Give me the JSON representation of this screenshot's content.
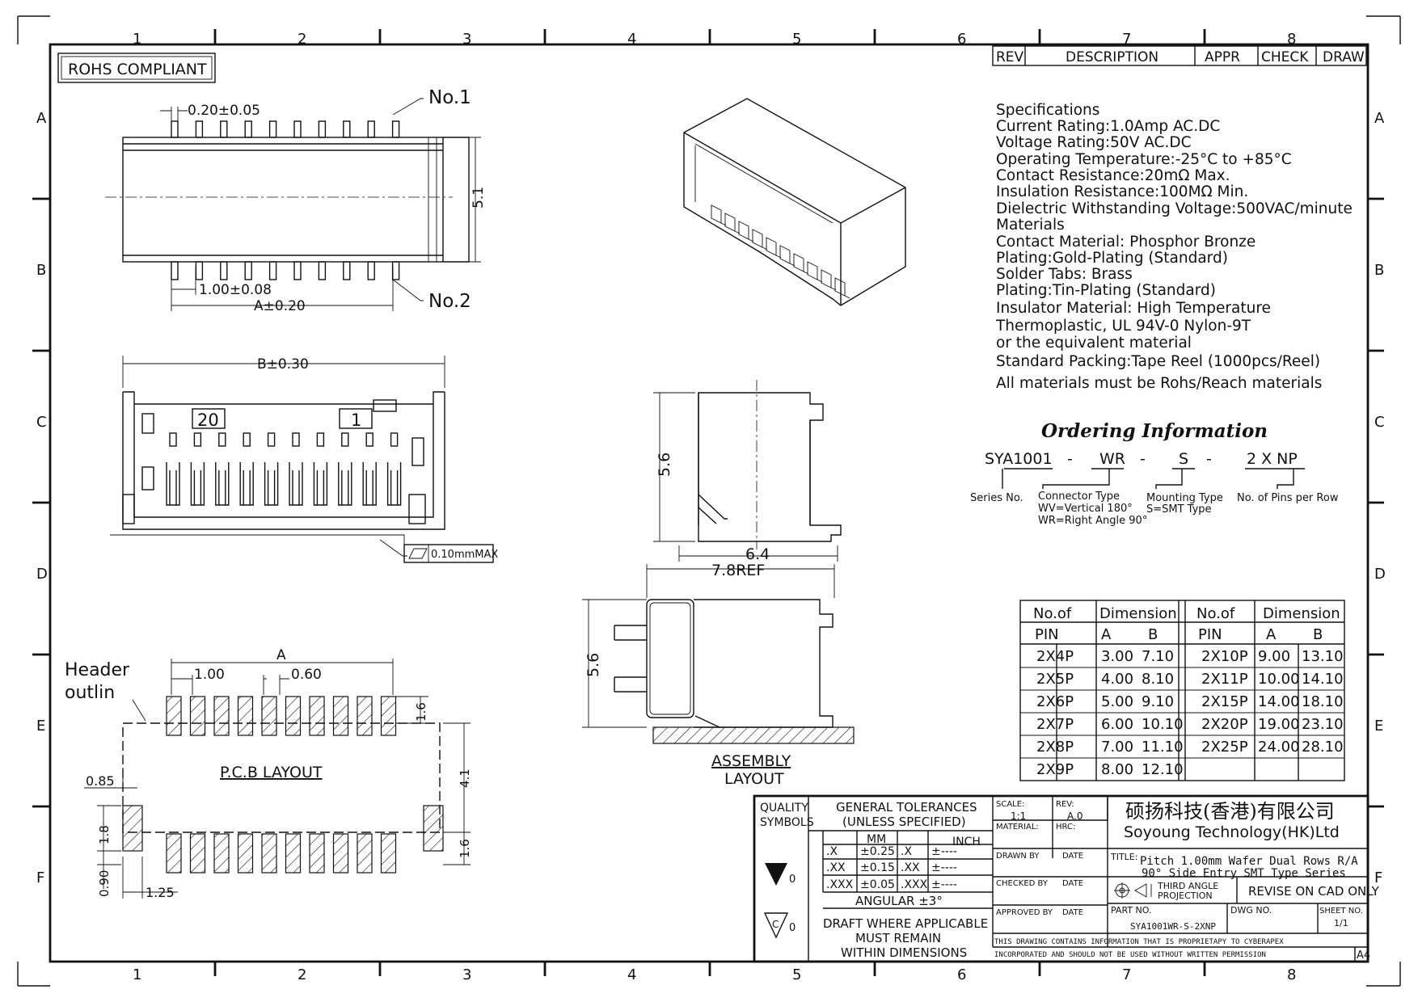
{
  "frame": {
    "columns": [
      "1",
      "2",
      "3",
      "4",
      "5",
      "6",
      "7",
      "8"
    ],
    "rows": [
      "A",
      "B",
      "C",
      "D",
      "E",
      "F"
    ]
  },
  "rohs": "ROHS COMPLIANT",
  "revision_table": {
    "rev": "REV",
    "description": "DESCRIPTION",
    "appr": "APPR",
    "check": "CHECK",
    "draw": "DRAW"
  },
  "specifications": [
    "Specifications",
    "Current Rating:1.0Amp AC.DC",
    "Voltage Rating:50V AC.DC",
    "Operating Temperature:-25°C to +85°C",
    "Contact Resistance:20mΩ Max.",
    "Insulation Resistance:100MΩ Min.",
    "Dielectric Withstanding Voltage:500VAC/minute",
    "Materials",
    "Contact Material: Phosphor Bronze",
    "Plating:Gold-Plating (Standard)",
    "Solder Tabs: Brass",
    "Plating:Tin-Plating (Standard)",
    "Insulator Material: High Temperature",
    "Thermoplastic, UL 94V-0 Nylon-9T",
    "or the equivalent material",
    "Standard Packing:Tape Reel (1000pcs/Reel)",
    "All materials must be Rohs/Reach materials"
  ],
  "ordering": {
    "title": "Ordering Information",
    "code": {
      "series": "SYA1001",
      "dash1": "-",
      "type": "WR",
      "dash2": "-",
      "mount": "S",
      "dash3": "-",
      "pins": "2 X NP"
    },
    "labels": {
      "series": "Series No.",
      "connector": "Connector Type",
      "wv": "WV=Vertical 180°",
      "wr": "WR=Right Angle 90°",
      "mounting": "Mounting Type",
      "smt": "S=SMT Type",
      "pins": "No. of Pins per Row"
    }
  },
  "dimension_table": {
    "header1": [
      "No.of",
      "Dimension",
      "No.of",
      "Dimension"
    ],
    "header2": [
      "PIN",
      "A",
      "B",
      "PIN",
      "A",
      "B"
    ],
    "rows": [
      [
        "2X4P",
        "3.00",
        "7.10",
        "2X10P",
        "9.00",
        "13.10"
      ],
      [
        "2X5P",
        "4.00",
        "8.10",
        "2X11P",
        "10.00",
        "14.10"
      ],
      [
        "2X6P",
        "5.00",
        "9.10",
        "2X15P",
        "14.00",
        "18.10"
      ],
      [
        "2X7P",
        "6.00",
        "10.10",
        "2X20P",
        "19.00",
        "23.10"
      ],
      [
        "2X8P",
        "7.00",
        "11.10",
        "2X25P",
        "24.00",
        "28.10"
      ],
      [
        "2X9P",
        "8.00",
        "12.10",
        "",
        "",
        " "
      ]
    ]
  },
  "top_view": {
    "pin_w": "0.20±0.05",
    "no1": "No.1",
    "no2": "No.2",
    "height": "5.1",
    "pitch": "1.00±0.08",
    "a_dim": "A±0.20"
  },
  "front_view": {
    "b_dim": "B±0.30",
    "pin20": "20",
    "pin1": "1",
    "flatness": "0.10mmMAX"
  },
  "pcb_layout": {
    "a": "A",
    "pitch": "1.00",
    "pad_w": "0.60",
    "header": "Header",
    "outline": "outlin",
    "title": "P.C.B LAYOUT",
    "pad_h_top": "1.6",
    "span": "4.1",
    "pad_h_bot": "1.6",
    "d085": "0.85",
    "d18": "1.8",
    "d090": "0.90",
    "d125": "1.25"
  },
  "side_view": {
    "h": "5.6",
    "w": "6.4"
  },
  "assembly": {
    "ref": "7.8REF",
    "h": "5.6",
    "l1": "ASSEMBLY",
    "l2": "LAYOUT"
  },
  "title_block": {
    "quality": "QUALITY",
    "symbols": "SYMBOLS",
    "gen_tol": "GENERAL TOLERANCES",
    "unless": "(UNLESS SPECIFIED)",
    "mm": "MM",
    "inch": "INCH",
    "tol": [
      [
        ".X",
        "±0.25",
        ".X",
        "±----"
      ],
      [
        ".XX",
        "±0.15",
        ".XX",
        "±----"
      ],
      [
        ".XXX",
        "±0.05",
        ".XXX",
        "±----"
      ]
    ],
    "angular": "ANGULAR ±3°",
    "draft1": "DRAFT WHERE APPLICABLE",
    "draft2": "MUST REMAIN",
    "draft3": "WITHIN DIMENSIONS",
    "sym0": "0",
    "sym1": "0",
    "scale_l": "SCALE:",
    "scale": "1:1",
    "rev_l": "REV:",
    "rev": "A.0",
    "material_l": "MATERIAL:",
    "hrc_l": "HRC:",
    "drawn": "DRAWN BY",
    "checked": "CHECKED BY",
    "approved": "APPROVED BY",
    "date": "DATE",
    "company_cn": "硕扬科技(香港)有限公司",
    "company_en": "Soyoung Technology(HK)Ltd",
    "title_l": "TITLE:",
    "title1": "Pitch 1.00mm Wafer Dual Rows R/A",
    "title2": "90° Side Entry SMT Type Series",
    "proj1": "THIRD ANGLE",
    "proj2": "PROJECTION",
    "revise": "REVISE ON CAD ONLY",
    "part_l": "PART NO.",
    "part": "SYA1001WR-S-2XNP",
    "dwg_l": "DWG NO.",
    "sheet_l": "SHEET NO.",
    "sheet": "1/1",
    "notice1": "THIS DRAWING CONTAINS INFORMATION THAT IS PROPRIETAPY TO CYBERAPEX",
    "notice2": "INCORPORATED AND SHOULD NOT BE USED WITHOUT WRITTEN PERMISSION",
    "size": "A4"
  }
}
